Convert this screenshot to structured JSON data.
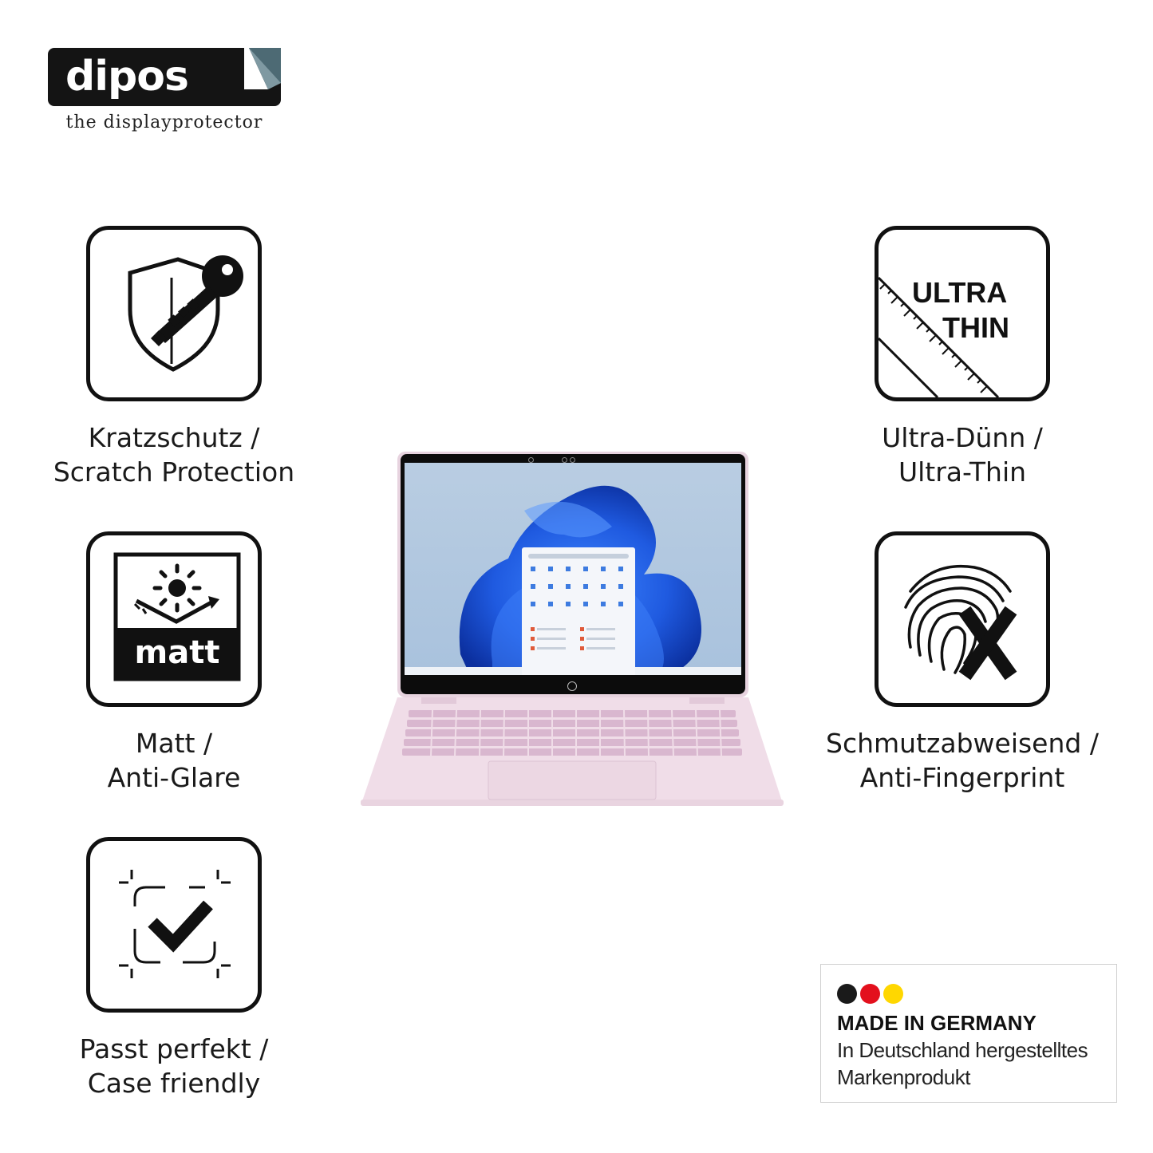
{
  "logo": {
    "wordmark": "dipos",
    "tagline": "the displayprotector"
  },
  "features": [
    {
      "icon": "shield-key-icon",
      "line1": "Kratzschutz /",
      "line2": "Scratch Protection"
    },
    {
      "icon": "sun-matt-icon",
      "label": "matt",
      "line1": "Matt /",
      "line2": "Anti-Glare"
    },
    {
      "icon": "frame-check-icon",
      "line1": "Passt perfekt /",
      "line2": "Case friendly"
    },
    {
      "icon": "ruler-icon",
      "label1": "ULTRA",
      "label2": "THIN",
      "line1": "Ultra-Dünn /",
      "line2": "Ultra-Thin"
    },
    {
      "icon": "fingerprint-x-icon",
      "line1": "Schmutzabweisend /",
      "line2": "Anti-Fingerprint"
    }
  ],
  "made_in_germany": {
    "title": "MADE IN GERMANY",
    "line1": "In Deutschland hergestelltes",
    "line2": "Markenprodukt",
    "colors": [
      "#1a1a1a",
      "#e3101d",
      "#ffd700"
    ]
  },
  "colors": {
    "laptop_body": "#f0dde8",
    "keys": "#d9b7cf",
    "bloom": "#1f5ae0"
  }
}
